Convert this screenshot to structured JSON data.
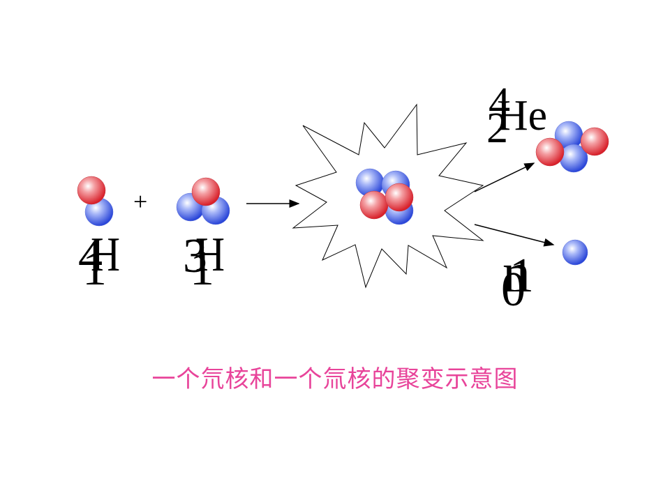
{
  "colors": {
    "proton": "#e8343c",
    "neutron": "#3b5fe8",
    "caption": "#e8449a"
  },
  "equation": {
    "plus": "+"
  },
  "labels": {
    "deuterium": {
      "mass": "4",
      "symbol": "H",
      "number": "1"
    },
    "tritium": {
      "mass": "3",
      "symbol": "H",
      "number": "1"
    },
    "helium": {
      "mass": "4",
      "symbol": "He",
      "number": "2"
    },
    "neutron": {
      "mass": "1",
      "symbol": "n",
      "number": "0"
    }
  },
  "caption": "一个氘核和一个氚核的聚变示意图"
}
